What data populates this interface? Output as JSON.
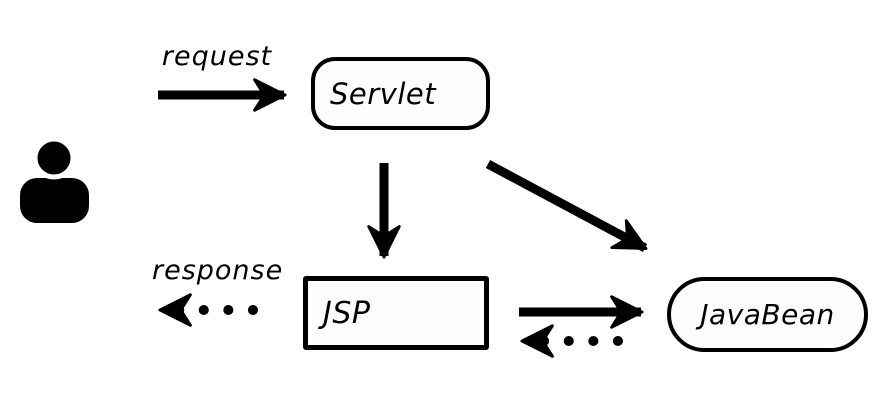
{
  "diagram": {
    "nodes": [
      {
        "id": "servlet",
        "label": "Servlet",
        "shape": "rounded-rect"
      },
      {
        "id": "jsp",
        "label": "JSP",
        "shape": "rect"
      },
      {
        "id": "javabean",
        "label": "JavaBean",
        "shape": "stadium"
      }
    ],
    "actors": [
      {
        "id": "user",
        "icon": "person-icon"
      }
    ],
    "edges": [
      {
        "from": "user",
        "to": "servlet",
        "label": "request",
        "style": "solid"
      },
      {
        "from": "servlet",
        "to": "jsp",
        "label": "",
        "style": "solid"
      },
      {
        "from": "servlet",
        "to": "javabean",
        "label": "",
        "style": "solid"
      },
      {
        "from": "jsp",
        "to": "user",
        "label": "response",
        "style": "dotted"
      },
      {
        "from": "jsp",
        "to": "javabean",
        "label": "",
        "style": "solid"
      },
      {
        "from": "javabean",
        "to": "jsp",
        "label": "",
        "style": "dotted"
      }
    ],
    "colors": {
      "ink": "#000000",
      "background": "#ffffff"
    }
  }
}
